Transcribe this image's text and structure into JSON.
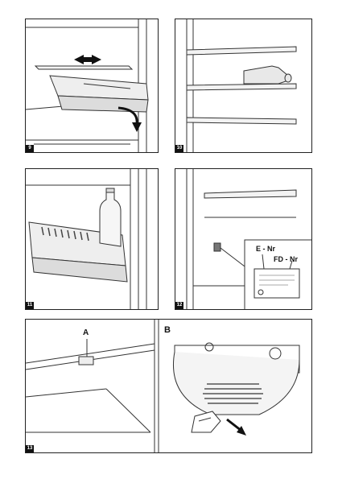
{
  "figures": [
    {
      "number": "9"
    },
    {
      "number": "10"
    },
    {
      "number": "11"
    },
    {
      "number": "12",
      "labels": {
        "e_nr": "E - Nr",
        "fd_nr": "FD - Nr"
      }
    },
    {
      "number": "13",
      "labels": {
        "a": "A",
        "b": "B"
      }
    }
  ],
  "icons": [
    "shelf-drawer-arrow-icon",
    "bottle-icon",
    "milk-bottle-icon",
    "rating-plate-icon",
    "hand-icon"
  ]
}
